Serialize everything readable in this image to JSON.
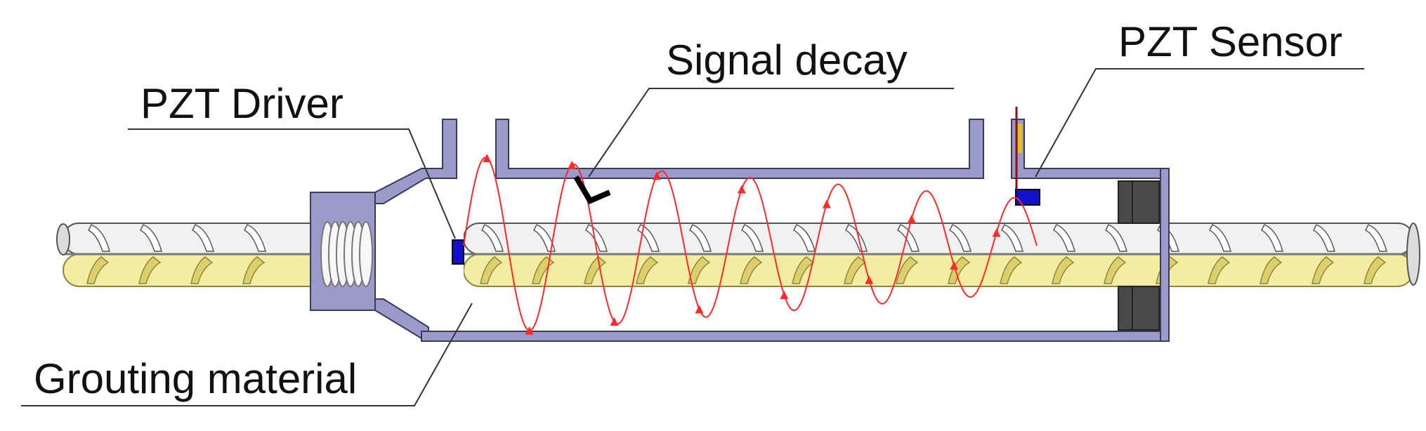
{
  "labels": {
    "pzt_driver": "PZT Driver",
    "signal_decay": "Signal decay",
    "pzt_sensor": "PZT Sensor",
    "grouting_material": "Grouting material"
  },
  "colors": {
    "sleeve": "#9a9acb",
    "sleeve_stroke": "#3a3a5c",
    "rebar_upper": "#f1f1f1",
    "rebar_lower": "#f2eda0",
    "rib": "#ffffff",
    "rib_lower": "#ddd06c",
    "pzt": "#1111cc",
    "wave": "#ff2a2a",
    "seal": "#4a4a4a",
    "leader": "#333333",
    "wire_red": "#8c1010",
    "wire_yellow": "#e2c21c"
  }
}
